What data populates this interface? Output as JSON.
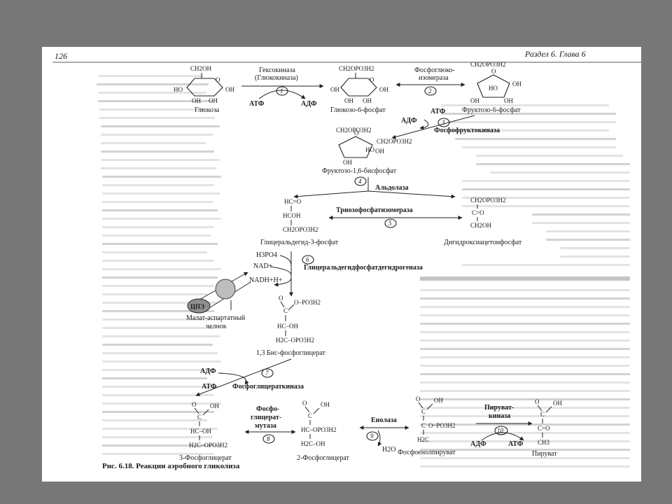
{
  "page": {
    "number": "126",
    "running_head": "Раздел 6. Глава 6",
    "caption": "Рис. 6.18. Реакции аэробного гликолиза"
  },
  "steps": {
    "s1": "1",
    "s2": "2",
    "s3": "3",
    "s4": "4",
    "s5": "5",
    "s6": "6",
    "s7": "7",
    "s8": "8",
    "s9": "9",
    "s10": "10"
  },
  "enzymes": {
    "hexokinase_1": "Гексокиназа",
    "hexokinase_2": "(Глюкокиназа)",
    "isomerase_1": "Фосфоглюко-",
    "isomerase_2": "изомераза",
    "pfk": "Фосфофруктокиназа",
    "aldolase": "Альдолаза",
    "tpi": "Триозофосфатизомераза",
    "gapdh": "Глицеральдегидфосфатдегидрогеназа",
    "pgk": "Фосфоглицераткиназа",
    "mutase_1": "Фосфо-",
    "mutase_2": "глицерат-",
    "mutase_3": "мутаза",
    "enolase": "Енолаза",
    "pk_1": "Пируват-",
    "pk_2": "киназа"
  },
  "cofactors": {
    "atp": "АТФ",
    "adp": "АДФ",
    "h3po4": "H3PO4",
    "nad": "NAD+",
    "nadh": "NADH+H+",
    "h2o": "H2O",
    "cpe": "ЦПЭ",
    "shuttle_1": "Малат-аспартатный",
    "shuttle_2": "челнок"
  },
  "metabolites": {
    "glucose": "Глюкоза",
    "g6p": "Глюкозо-6-фосфат",
    "f6p": "Фруктозо-6-фосфат",
    "f16bp": "Фруктозо-1,6-бисфосфат",
    "gap": "Глицеральдегид-3-фосфат",
    "dhap": "Дигидроксиацетонфосфат",
    "bpg": "1,3 Бис-фосфоглицерат",
    "pg3": "3-Фосфоглицерат",
    "pg2": "2-Фосфоглицерат",
    "pep": "Фосфоенолпируват",
    "pyruvate": "Пируват"
  },
  "formula": {
    "ch2oh": "CH2OH",
    "ch2opo3h2": "CH2OPO3H2",
    "oh": "OH",
    "ho": "HO",
    "hc_o": "HC=O",
    "hcoh": "HCOH",
    "c": "C",
    "c_eq_o": "C=O",
    "o_po3h2": "O–PO3H2",
    "hc_oh": "HC–OH",
    "h2c_opo3h2": "H2C–OPO3H2",
    "hc_opo3h2": "HC–OPO3H2",
    "h2c_oh": "H2C–OH",
    "o_tilde_po3h2": "O~PO3H2",
    "h2c": "H2C",
    "ch3": "CH3",
    "o": "O"
  }
}
